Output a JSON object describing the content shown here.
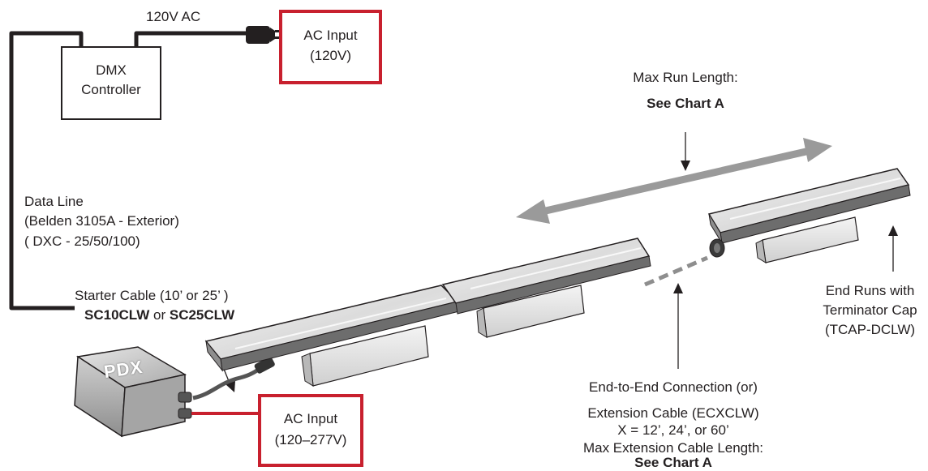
{
  "power_source": "120V AC",
  "dmx_controller": {
    "line1": "DMX",
    "line2": "Controller"
  },
  "ac_input_top": {
    "line1": "AC Input",
    "line2": "(120V)"
  },
  "ac_input_bottom": {
    "line1": "AC Input",
    "line2": "(120–277V)"
  },
  "data_line": {
    "line1": "Data Line",
    "line2": "(Belden 3105A - Exterior)",
    "line3": "( DXC - 25/50/100)"
  },
  "starter_cable": {
    "line1": "Starter Cable (10’ or 25’ )",
    "part_a": "SC10CLW",
    "joiner": " or ",
    "part_b": "SC25CLW"
  },
  "pdx_label": "PDX",
  "max_run": {
    "line1": "Max Run Length:",
    "line2": "See Chart A"
  },
  "end_runs": {
    "line1": "End Runs with",
    "line2": "Terminator Cap",
    "line3": "(TCAP-DCLW)"
  },
  "connection": {
    "line1": "End-to-End Connection (or)",
    "line2": "Extension Cable (ECXCLW)",
    "line3": "X = 12’, 24’, or 60’",
    "line4": "Max Extension Cable Length:",
    "line5": "See Chart A"
  },
  "colors": {
    "line": "#231f20",
    "accent_red": "#c8202e",
    "arrow_gray": "#9a9a9a",
    "fixture_light": "#ececec",
    "fixture_dark": "#6d6d6d"
  },
  "icons": [
    "power-plug-icon",
    "pdx-junction-box-icon",
    "linear-light-fixture-icon",
    "double-arrow-icon",
    "terminator-cap-icon"
  ]
}
